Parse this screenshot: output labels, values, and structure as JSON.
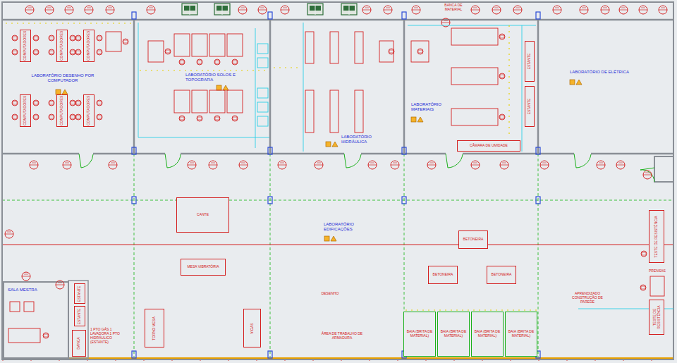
{
  "diagram": {
    "nodes": [
      {
        "text": [
          "LABORATÓRIO DESENHO POR COMPUTADOR"
        ]
      },
      {
        "text": [
          "COMPUTADORES"
        ],
        "in": 0
      },
      {
        "text": [
          "COMPUTADORES"
        ],
        "in": 0
      },
      {
        "text": [
          "COMPUTADORES"
        ],
        "in": 0
      },
      {
        "text": [
          "COMPUTADORES"
        ],
        "in": 0
      },
      {
        "text": [
          "COMPUTADORES"
        ],
        "in": 0
      },
      {
        "text": [
          "COMPUTADORES"
        ],
        "in": 0
      },
      {
        "text": [
          "LABORATÓRIO SOLOS E TOPOGRAFIA"
        ]
      },
      {
        "text": [
          "LABORATÓRIO HIDRÁULICA"
        ]
      },
      {
        "text": [
          "LABORATÓRIO MATERIAIS"
        ]
      },
      {
        "text": [
          "ESTANTE"
        ],
        "in": 9
      },
      {
        "text": [
          "ESTANTE"
        ],
        "in": 9
      },
      {
        "text": [
          "CÂMARA DE UMIDADE"
        ],
        "in": 9
      },
      {
        "text": [
          "LABORATÓRIO DE ELÉTRICA"
        ]
      },
      {
        "text": [
          "LABORATÓRIO EDIFICAÇÕES"
        ]
      },
      {
        "text": [
          "CANTE"
        ],
        "in": 14
      },
      {
        "text": [
          "MESA VIBRATÓRIA"
        ],
        "in": 14
      },
      {
        "text": [
          "BETONEIRA"
        ],
        "in": 14
      },
      {
        "text": [
          "BETONEIRA"
        ],
        "in": 14
      },
      {
        "text": [
          "BETONEIRA"
        ],
        "in": 14
      },
      {
        "text": [
          "TESTE DE RESISTÊNCIA"
        ],
        "in": 14
      },
      {
        "text": [
          "TESTE DE RESISTÊNCIA"
        ],
        "in": 14
      },
      {
        "text": [
          "TORNO MESA"
        ],
        "in": 14
      },
      {
        "text": [
          "VIGAS"
        ],
        "in": 14
      },
      {
        "text": [
          "BAIA (BRITA DE MATERIAL)"
        ],
        "in": 14
      },
      {
        "text": [
          "BAIA (BRITA DE MATERIAL)"
        ],
        "in": 14
      },
      {
        "text": [
          "BAIA (BRITA DE MATERIAL)"
        ],
        "in": 14
      },
      {
        "text": [
          "BAIA (BRITA DE MATERIAL)"
        ],
        "in": 14
      },
      {
        "text": [
          "SALA MESTRA"
        ],
        "in": 14
      },
      {
        "text": [
          "ESTANTE"
        ],
        "in": 14
      },
      {
        "text": [
          "ESTANTE"
        ],
        "in": 14
      },
      {
        "text": [
          "BANCA"
        ],
        "in": 14
      }
    ],
    "labels": [
      "BANCA DE MATERIAL",
      "DESENHO",
      "ÁREA DE TRABALHO DE ARMADURA",
      "APRENDIZADO CONSTRUÇÃO DE PAREDE",
      "PRENSAS",
      "1 PTO GÁS 1 LAVADORA 1 PTO HIDRÁULICO (ESTANTE)"
    ]
  }
}
